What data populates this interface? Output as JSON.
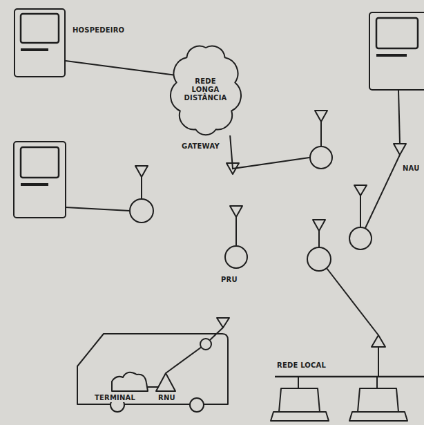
{
  "diagram": {
    "nodes": [
      {
        "text": [
          "HOSPEDEIRO"
        ]
      },
      {
        "text": [
          "REDE LONGA DISTÂNCIA"
        ]
      },
      {
        "text": [
          "GATEWAY"
        ]
      },
      {
        "text": [
          "NAU"
        ]
      },
      {
        "text": [
          "PRU"
        ]
      },
      {
        "text": [
          "TERMINAL",
          "RNU"
        ]
      }
    ],
    "edges": [
      {
        "from": 0,
        "to": 1,
        "arrow": "none"
      },
      {
        "from": 1,
        "to": 2,
        "arrow": "none"
      }
    ],
    "labels": [
      "REDE LOCAL"
    ]
  }
}
